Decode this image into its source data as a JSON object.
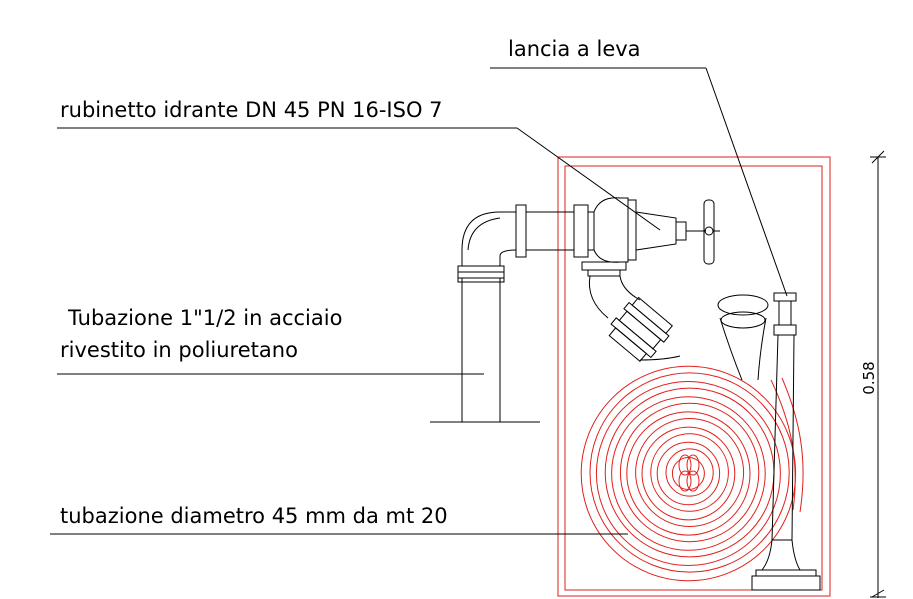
{
  "labels": {
    "lancia": "lancia a leva",
    "rubinetto": "rubinetto idrante DN 45 PN 16-ISO 7",
    "tubazione_line1": "Tubazione 1\"1/2 in acciaio",
    "tubazione_line2": "rivestito in poliuretano",
    "tubazione_diametro": "tubazione diametro 45 mm da mt 20"
  },
  "dimension": {
    "height_value": "0.58"
  },
  "colors": {
    "cabinet": "#e0201c",
    "hose": "#e0201c",
    "lines": "#000000",
    "background": "#ffffff"
  }
}
